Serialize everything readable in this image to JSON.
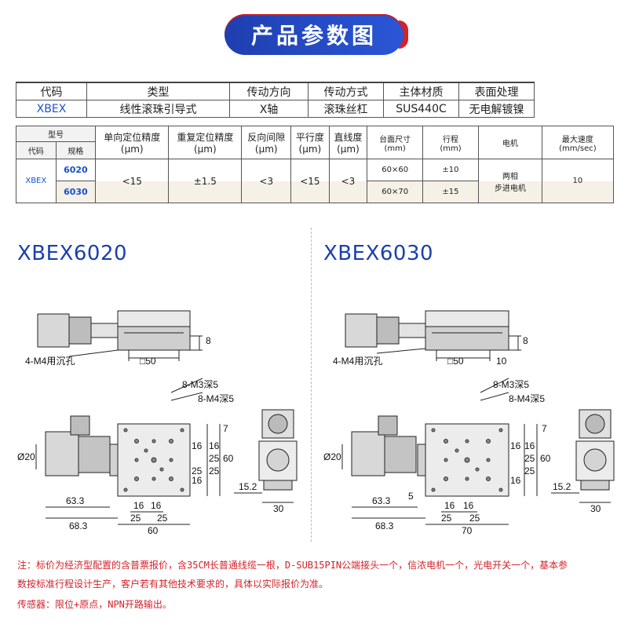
{
  "banner": {
    "title": "产品参数图"
  },
  "spec_table": {
    "headers": [
      "代码",
      "类型",
      "传动方向",
      "传动方式",
      "主体材质",
      "表面处理"
    ],
    "row": [
      "XBEX",
      "线性滚珠引导式",
      "X轴",
      "滚珠丝杠",
      "SUS440C",
      "无电解镀镍"
    ]
  },
  "param_table": {
    "model_header": "型号",
    "code_header": "代码",
    "spec_header": "规格",
    "headers": [
      {
        "name": "单向定位精度",
        "unit": "(μm)"
      },
      {
        "name": "重复定位精度",
        "unit": "(μm)"
      },
      {
        "name": "反向间隙",
        "unit": "(μm)"
      },
      {
        "name": "平行度",
        "unit": "(μm)"
      },
      {
        "name": "直线度",
        "unit": "(μm)"
      },
      {
        "name": "台面尺寸",
        "unit": "(mm)"
      },
      {
        "name": "行程",
        "unit": "(mm)"
      },
      {
        "name": "电机",
        "unit": ""
      },
      {
        "name": "最大速度",
        "unit": "(mm/sec)"
      }
    ],
    "code": "XBEX",
    "specs": [
      "6020",
      "6030"
    ],
    "uni_accuracy": "<15",
    "repeat_accuracy": "±1.5",
    "backlash": "<3",
    "parallelism": "<15",
    "straightness": "<3",
    "table_size": [
      "60×60",
      "60×70"
    ],
    "stroke": [
      "±10",
      "±15"
    ],
    "motor": "两相\n步进电机",
    "max_speed": "10"
  },
  "drawings": {
    "left_title": "XBEX6020",
    "right_title": "XBEX6030",
    "left": {
      "m4_hole": "4-M4用沉孔",
      "square": "□50",
      "m3": "8-M3深5",
      "m4": "8-M4深5",
      "dims": [
        "8",
        "7",
        "16",
        "16",
        "25",
        "25",
        "16",
        "60",
        "25",
        "16",
        "16",
        "25",
        "25",
        "Ø20",
        "63.3",
        "68.3",
        "60",
        "15.2",
        "30"
      ]
    },
    "right": {
      "m4_hole": "4-M4用沉孔",
      "square": "□50",
      "ten": "10",
      "m3": "8-M3深5",
      "m4": "8-M4深5",
      "dims": [
        "8",
        "7",
        "16",
        "16",
        "25",
        "60",
        "25",
        "16",
        "5",
        "16",
        "16",
        "25",
        "25",
        "Ø20",
        "63.3",
        "68.3",
        "70",
        "15.2",
        "30"
      ]
    }
  },
  "notes": {
    "line1": "注：标价为经济型配置的含普票报价，含35CM长普通线缆一根，D-SUB15PIN公端接头一个，信浓电机一个，光电开关一个，基本参",
    "line2": "数按标准行程设计生产，客户若有其他技术要求的，具体以实际报价为准。",
    "line3": "传感器：限位+原点，NPN开路输出。"
  }
}
